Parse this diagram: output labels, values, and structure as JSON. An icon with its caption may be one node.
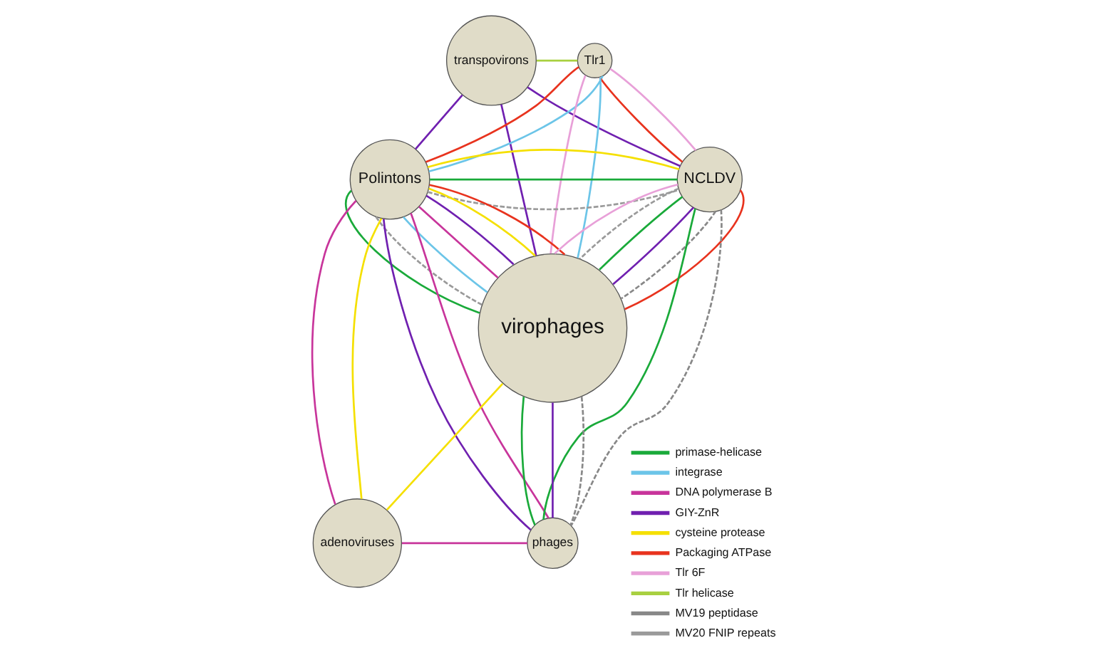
{
  "diagram": {
    "nodes": [
      {
        "text": [
          "transpovirons"
        ]
      },
      {
        "text": [
          "Tlr1"
        ]
      },
      {
        "text": [
          "Polintons"
        ]
      },
      {
        "text": [
          "NCLDV"
        ]
      },
      {
        "text": [
          "virophages"
        ]
      },
      {
        "text": [
          "adenoviruses"
        ]
      },
      {
        "text": [
          "phages"
        ]
      }
    ],
    "edges": [
      {
        "from": 0,
        "to": 1,
        "arrow": "none",
        "color": "#a8d040"
      },
      {
        "from": 0,
        "to": 2,
        "arrow": "none",
        "color": "#7020b0"
      },
      {
        "from": 0,
        "to": 4,
        "arrow": "none",
        "color": "#7020b0"
      },
      {
        "from": 0,
        "to": 3,
        "arrow": "none",
        "color": "#7020b0"
      },
      {
        "from": 1,
        "to": 2,
        "arrow": "none",
        "color": "#e8331e"
      },
      {
        "from": 1,
        "to": 2,
        "arrow": "none",
        "color": "#6cc5e8"
      },
      {
        "from": 1,
        "to": 4,
        "arrow": "none",
        "color": "#e8a0d8"
      },
      {
        "from": 1,
        "to": 4,
        "arrow": "none",
        "color": "#6cc5e8"
      },
      {
        "from": 1,
        "to": 3,
        "arrow": "none",
        "color": "#e8331e"
      },
      {
        "from": 1,
        "to": 3,
        "arrow": "none",
        "color": "#e8a0d8"
      },
      {
        "from": 2,
        "to": 3,
        "arrow": "none",
        "style": "dashed",
        "color": "#9a9a9a"
      },
      {
        "from": 2,
        "to": 3,
        "arrow": "none",
        "color": "#1aaa3a"
      },
      {
        "from": 2,
        "to": 3,
        "arrow": "none",
        "color": "#f5e000"
      },
      {
        "from": 2,
        "to": 4,
        "arrow": "none",
        "color": "#1aaa3a"
      },
      {
        "from": 2,
        "to": 4,
        "arrow": "none",
        "style": "dashed",
        "color": "#9a9a9a"
      },
      {
        "from": 2,
        "to": 4,
        "arrow": "none",
        "color": "#6cc5e8"
      },
      {
        "from": 2,
        "to": 4,
        "arrow": "none",
        "color": "#c8359b"
      },
      {
        "from": 2,
        "to": 4,
        "arrow": "none",
        "color": "#7020b0"
      },
      {
        "from": 2,
        "to": 4,
        "arrow": "none",
        "color": "#f5e000"
      },
      {
        "from": 2,
        "to": 4,
        "arrow": "none",
        "color": "#e8331e"
      },
      {
        "from": 3,
        "to": 4,
        "arrow": "none",
        "color": "#e8a0d8"
      },
      {
        "from": 3,
        "to": 4,
        "arrow": "none",
        "style": "dashed",
        "color": "#9a9a9a"
      },
      {
        "from": 3,
        "to": 4,
        "arrow": "none",
        "color": "#1aaa3a"
      },
      {
        "from": 3,
        "to": 4,
        "arrow": "none",
        "color": "#7020b0"
      },
      {
        "from": 3,
        "to": 4,
        "arrow": "none",
        "style": "dashed",
        "color": "#888888"
      },
      {
        "from": 3,
        "to": 4,
        "arrow": "none",
        "color": "#e8331e"
      },
      {
        "from": 2,
        "to": 5,
        "arrow": "none",
        "color": "#c8359b"
      },
      {
        "from": 2,
        "to": 5,
        "arrow": "none",
        "color": "#f5e000"
      },
      {
        "from": 2,
        "to": 6,
        "arrow": "none",
        "color": "#7020b0"
      },
      {
        "from": 2,
        "to": 6,
        "arrow": "none",
        "color": "#c8359b"
      },
      {
        "from": 4,
        "to": 5,
        "arrow": "none",
        "color": "#f5e000"
      },
      {
        "from": 4,
        "to": 6,
        "arrow": "none",
        "color": "#1aaa3a"
      },
      {
        "from": 4,
        "to": 6,
        "arrow": "none",
        "color": "#7020b0"
      },
      {
        "from": 4,
        "to": 6,
        "arrow": "none",
        "style": "dashed",
        "color": "#888888"
      },
      {
        "from": 3,
        "to": 6,
        "arrow": "none",
        "color": "#1aaa3a"
      },
      {
        "from": 3,
        "to": 6,
        "arrow": "none",
        "style": "dashed",
        "color": "#888888"
      },
      {
        "from": 5,
        "to": 6,
        "arrow": "none",
        "color": "#c8359b"
      }
    ],
    "legend": [
      {
        "text": "primase-helicase",
        "color": "#1aaa3a"
      },
      {
        "text": "integrase",
        "color": "#6cc5e8"
      },
      {
        "text": "DNA polymerase B",
        "color": "#c8359b"
      },
      {
        "text": "GIY-ZnR",
        "color": "#7020b0"
      },
      {
        "text": "cysteine protease",
        "color": "#f5e000"
      },
      {
        "text": "Packaging ATPase",
        "color": "#e8331e"
      },
      {
        "text": "Tlr 6F",
        "color": "#e8a0d8"
      },
      {
        "text": "Tlr helicase",
        "color": "#a8d040"
      },
      {
        "text": "MV19 peptidase",
        "color": "#888888"
      },
      {
        "text": "MV20 FNIP repeats",
        "color": "#9a9a9a"
      }
    ]
  }
}
